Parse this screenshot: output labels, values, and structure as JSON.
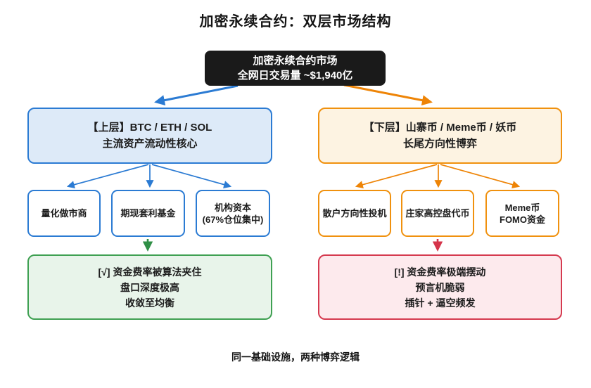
{
  "title": "加密永续合约：双层市场结构",
  "root": {
    "line1": "加密永续合约市场",
    "line2": "全网日交易量 ~$1,940亿"
  },
  "upper": {
    "line1": "【上层】BTC / ETH / SOL",
    "line2": "主流资产流动性核心"
  },
  "lower": {
    "line1": "【下层】山寨币 / Meme币 / 妖币",
    "line2": "长尾方向性博弈"
  },
  "upper_children": [
    {
      "line1": "量化做市商",
      "line2": ""
    },
    {
      "line1": "期现套利基金",
      "line2": ""
    },
    {
      "line1": "机构资本",
      "line2": "(67%仓位集中)"
    }
  ],
  "lower_children": [
    {
      "line1": "散户方向性投机",
      "line2": ""
    },
    {
      "line1": "庄家高控盘代币",
      "line2": ""
    },
    {
      "line1": "Meme币",
      "line2": "FOMO资金"
    }
  ],
  "upper_outcome": {
    "line1": "[√] 资金费率被算法夹住",
    "line2": "盘口深度极高",
    "line3": "收敛至均衡"
  },
  "lower_outcome": {
    "line1": "[!] 资金费率极端摆动",
    "line2": "预言机脆弱",
    "line3": "插针 + 逼空频发"
  },
  "footer": "同一基础设施，两种博弈逻辑",
  "colors": {
    "root_bg": "#1a1a1a",
    "root_text": "#ffffff",
    "upper_accent": "#2b7bd3",
    "upper_bg": "#ddeaf8",
    "lower_accent": "#f0910e",
    "lower_bg": "#fdf3e2",
    "upper_outcome_accent": "#3fa052",
    "upper_outcome_bg": "#e8f4ea",
    "lower_outcome_accent": "#d53a4f",
    "lower_outcome_bg": "#fdeaed"
  }
}
